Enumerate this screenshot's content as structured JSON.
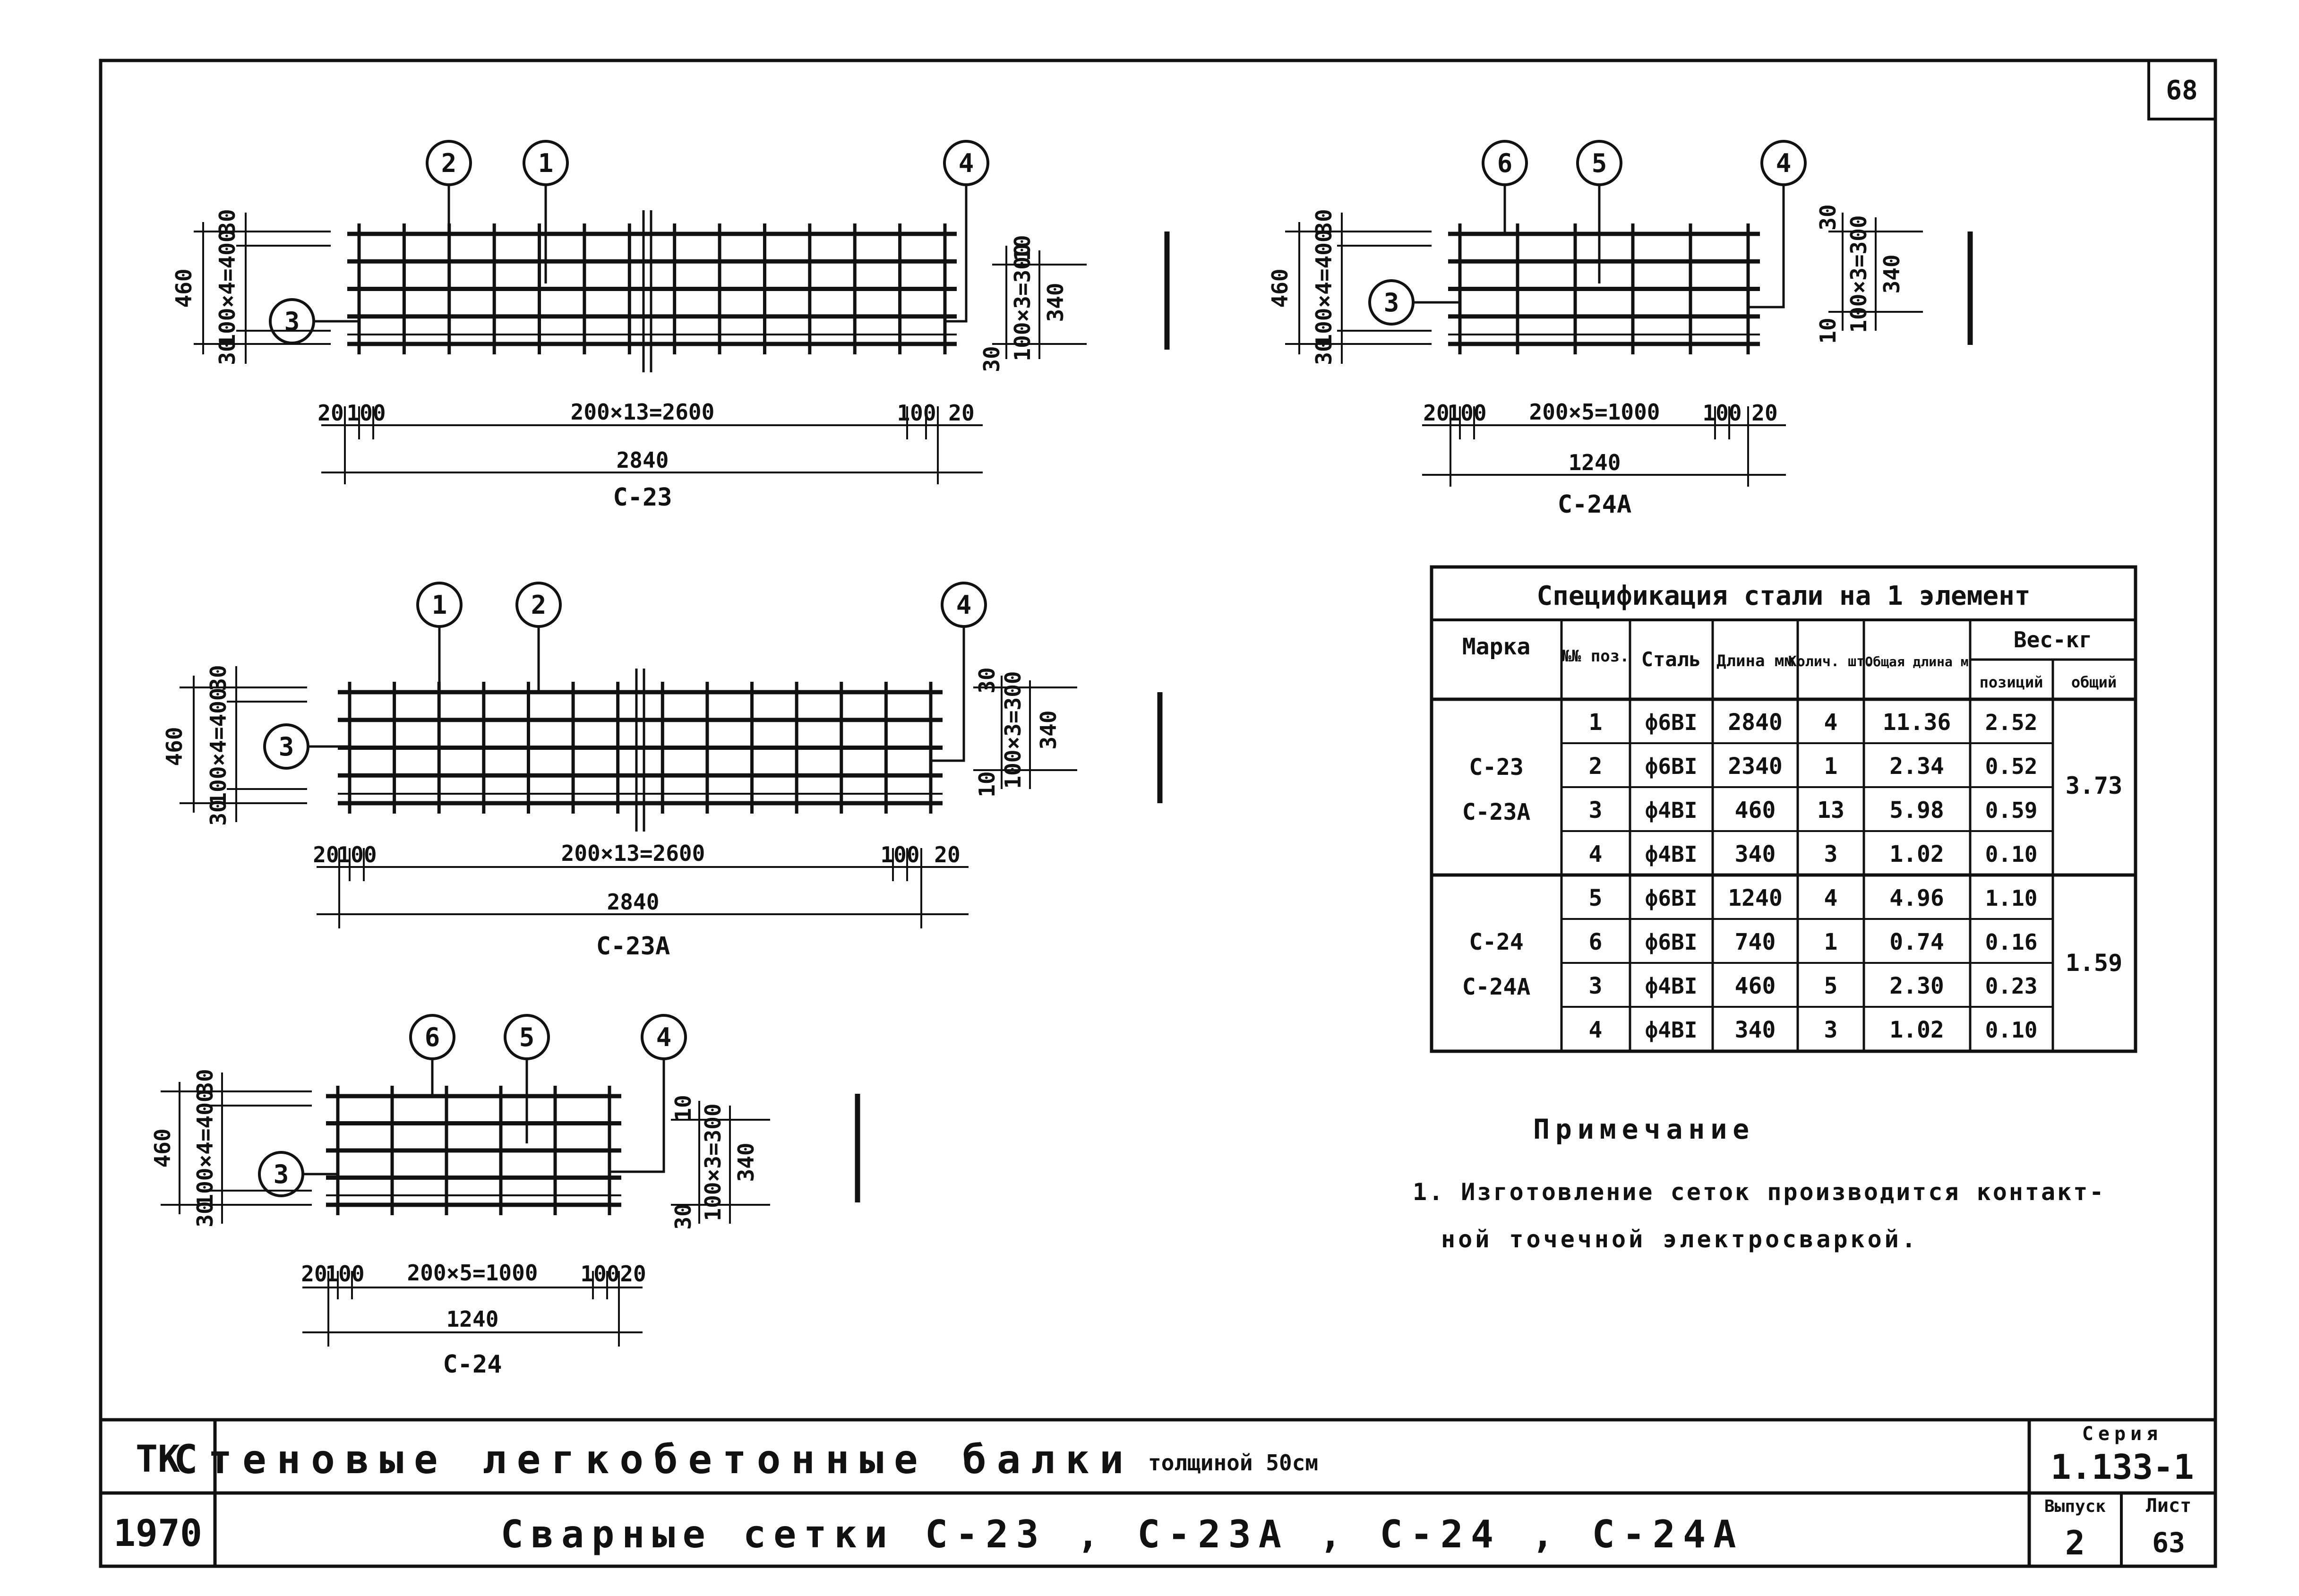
{
  "sheet_number": "68",
  "drawings": {
    "c23": {
      "markers": [
        "2",
        "1",
        "4",
        "3"
      ],
      "dim_left_total": "460",
      "dim_left_spacing": "100×4=400",
      "dim_left_top": "30",
      "dim_left_bottom": "30",
      "dim_right_total": "340",
      "dim_right_spacing": "100×3=300",
      "dim_right_top": "10",
      "dim_right_bottom": "30",
      "dim_span": "200×13=2600",
      "dim_edge_l": "20",
      "dim_edge_l2": "100",
      "dim_edge_r2": "100",
      "dim_edge_r": "20",
      "dim_total": "2840",
      "title": "С-23"
    },
    "c24a": {
      "markers": [
        "6",
        "5",
        "4",
        "3"
      ],
      "dim_left_total": "460",
      "dim_left_spacing": "100×4=400",
      "dim_left_top": "30",
      "dim_left_bottom": "30",
      "dim_right_total": "340",
      "dim_right_spacing": "100×3=300",
      "dim_right_top": "30",
      "dim_right_bottom": "10",
      "dim_span": "200×5=1000",
      "dim_edge_l": "20",
      "dim_edge_l2": "100",
      "dim_edge_r2": "100",
      "dim_edge_r": "20",
      "dim_total": "1240",
      "title": "С-24А"
    },
    "c23a": {
      "markers": [
        "1",
        "2",
        "4",
        "3"
      ],
      "dim_left_total": "460",
      "dim_left_spacing": "100×4=400",
      "dim_left_top": "30",
      "dim_left_bottom": "30",
      "dim_right_total": "340",
      "dim_right_spacing": "100×3=300",
      "dim_right_top": "30",
      "dim_right_bottom": "10",
      "dim_span": "200×13=2600",
      "dim_edge_l": "20",
      "dim_edge_l2": "100",
      "dim_edge_r2": "100",
      "dim_edge_r": "20",
      "dim_total": "2840",
      "title": "С-23А"
    },
    "c24": {
      "markers": [
        "6",
        "5",
        "4",
        "3"
      ],
      "dim_left_total": "460",
      "dim_left_spacing": "100×4=400",
      "dim_left_top": "30",
      "dim_left_bottom": "30",
      "dim_right_total": "340",
      "dim_right_spacing": "100×3=300",
      "dim_right_top": "10",
      "dim_right_bottom": "30",
      "dim_span": "200×5=1000",
      "dim_edge_l": "20",
      "dim_edge_l2": "100",
      "dim_edge_r2": "100",
      "dim_edge_r": "20",
      "dim_total": "1240",
      "title": "С-24"
    }
  },
  "spec_table": {
    "title": "Спецификация стали на 1 элемент",
    "headers": {
      "marka": "Марка",
      "pos": "№№ поз.",
      "steel": "Сталь",
      "length": "Длина мм",
      "qty": "Колич. шт.",
      "total_length": "Общая длина м",
      "weight": "Вес-кг",
      "weight_pos": "позиций",
      "weight_total": "общий"
    },
    "groups": [
      {
        "marks": [
          "С-23",
          "С-23А"
        ],
        "total": "3.73",
        "rows": [
          [
            "1",
            "ф6ВI",
            "2840",
            "4",
            "11.36",
            "2.52"
          ],
          [
            "2",
            "ф6ВI",
            "2340",
            "1",
            "2.34",
            "0.52"
          ],
          [
            "3",
            "ф4ВI",
            "460",
            "13",
            "5.98",
            "0.59"
          ],
          [
            "4",
            "ф4ВI",
            "340",
            "3",
            "1.02",
            "0.10"
          ]
        ]
      },
      {
        "marks": [
          "С-24",
          "С-24А"
        ],
        "total": "1.59",
        "rows": [
          [
            "5",
            "ф6ВI",
            "1240",
            "4",
            "4.96",
            "1.10"
          ],
          [
            "6",
            "ф6ВI",
            "740",
            "1",
            "0.74",
            "0.16"
          ],
          [
            "3",
            "ф4ВI",
            "460",
            "5",
            "2.30",
            "0.23"
          ],
          [
            "4",
            "ф4ВI",
            "340",
            "3",
            "1.02",
            "0.10"
          ]
        ]
      }
    ]
  },
  "note": {
    "heading": "Примечание",
    "line1": "1. Изготовление сеток производится контакт-",
    "line2": "ной точечной электросваркой."
  },
  "title_block": {
    "org": "ТК",
    "year": "1970",
    "title_main": "Стеновые легкобетонные балки",
    "title_suffix": "толщиной 50см",
    "title_sub": "Сварные сетки С-23 , С-23А , С-24 , С-24А",
    "series_label": "Серия",
    "series_value": "1.133-1",
    "issue_label": "Выпуск",
    "issue_value": "2",
    "sheet_label": "Лист",
    "sheet_value": "63"
  }
}
